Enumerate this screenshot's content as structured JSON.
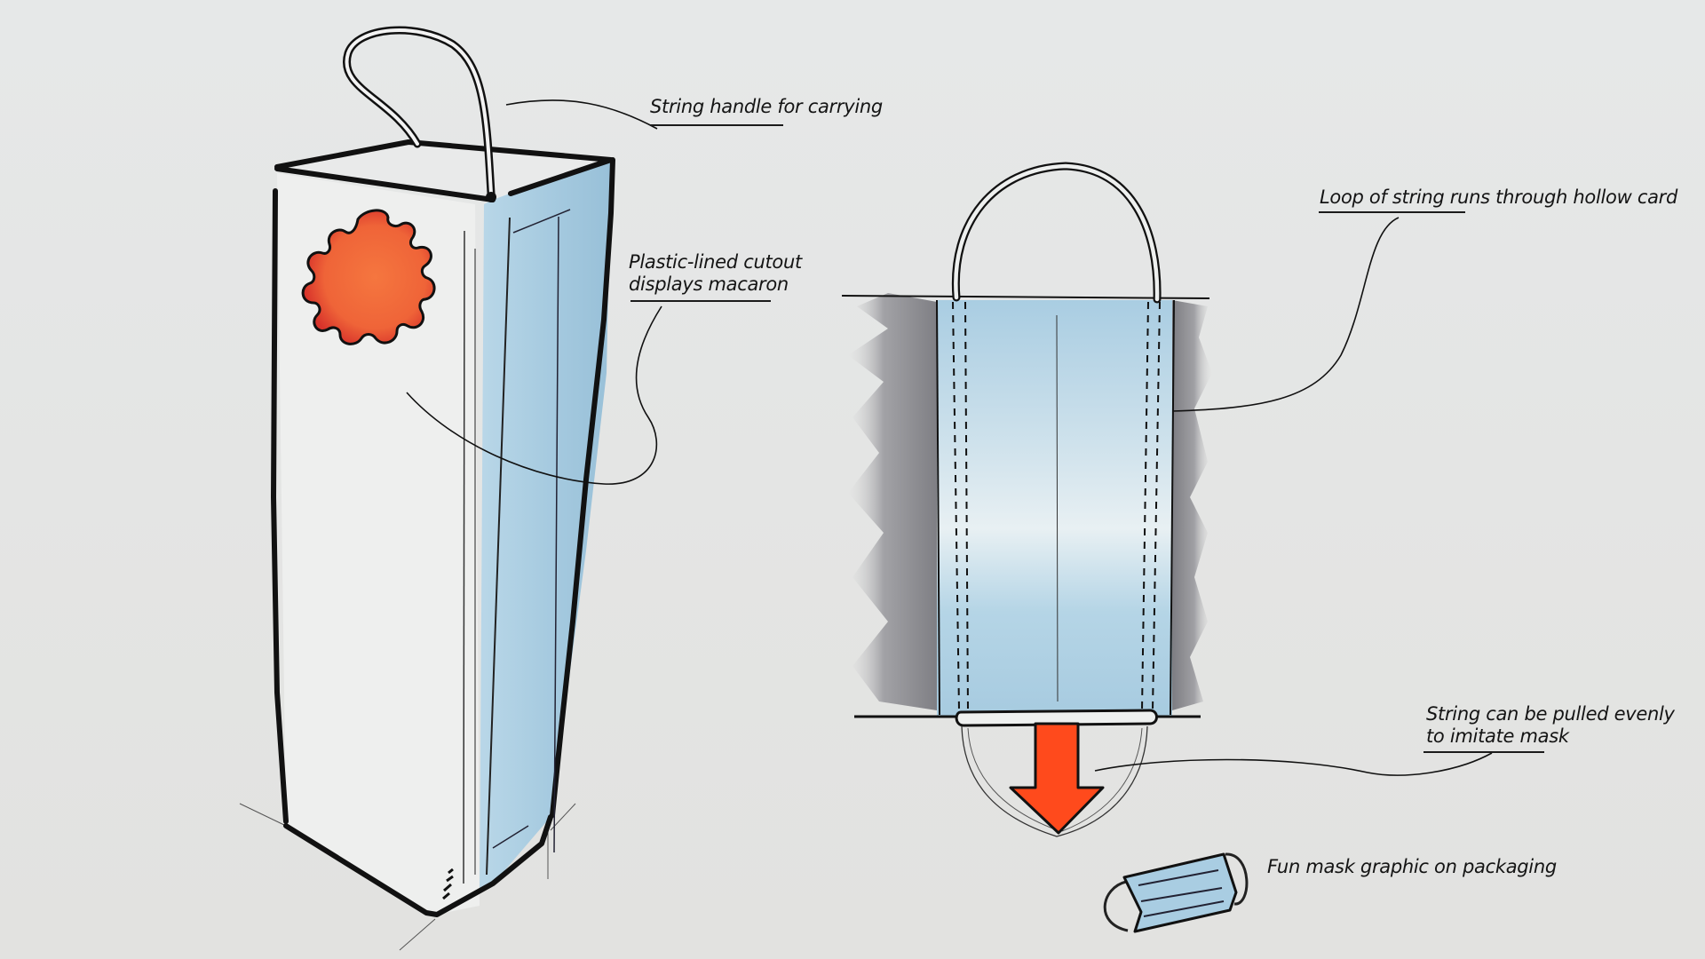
{
  "drawing": {
    "title": "Macaron mask packaging concept sketch",
    "colors": {
      "paper": "#e5e6e5",
      "ink": "#141414",
      "blue_marker": "#a9cde0",
      "red_marker": "#e8472b",
      "orange_marker": "#f07040",
      "arrow_fill": "#ff4a1c",
      "grey_marker": "#8f8f93"
    }
  },
  "annotations": [
    {
      "id": "string-handle",
      "lines": [
        "String handle for carrying"
      ]
    },
    {
      "id": "plastic-cutout",
      "lines": [
        "Plastic-lined cutout",
        "displays macaron"
      ]
    },
    {
      "id": "loop-of-string",
      "lines": [
        "Loop of string runs through hollow card"
      ]
    },
    {
      "id": "pull-string",
      "lines": [
        "String can be pulled evenly",
        "to imitate mask"
      ]
    },
    {
      "id": "mask-graphic",
      "lines": [
        "Fun mask graphic on packaging"
      ]
    }
  ],
  "icons": {
    "macaron": "macaron-cutout-icon",
    "arrow": "arrow-down-icon",
    "mask": "face-mask-icon",
    "handle": "string-handle-icon"
  }
}
